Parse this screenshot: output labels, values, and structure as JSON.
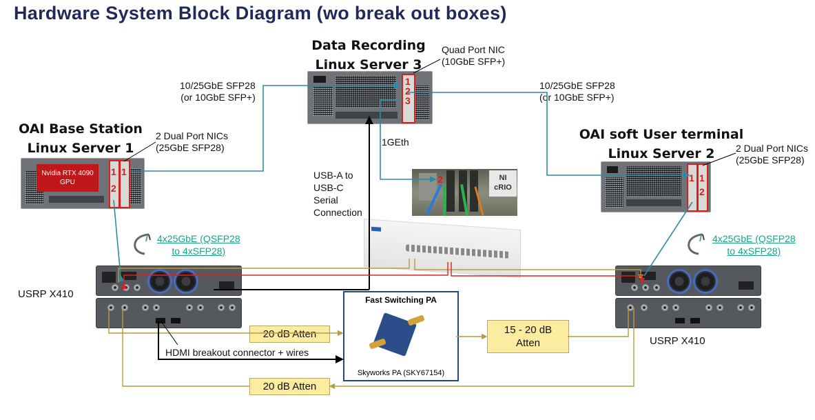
{
  "title": "Hardware System Block Diagram (wo break out boxes)",
  "devices": {
    "server3": {
      "title_line1": "Data Recording",
      "title_line2": "Linux Server 3",
      "nic_label_line1": "Quad Port NIC",
      "nic_label_line2": "(10GbE SFP+)",
      "ports": [
        "1",
        "2",
        "3"
      ]
    },
    "server1": {
      "title_line1": "OAI Base Station",
      "title_line2": "Linux Server 1",
      "gpu_line1": "Nvidia RTX 4090",
      "gpu_line2": "GPU",
      "nic_label_line1": "2 Dual Port NICs",
      "nic_label_line2": "(25GbE SFP28)",
      "ports_nic1": [
        "1",
        "2"
      ],
      "ports_nic2": [
        "1"
      ]
    },
    "server2": {
      "title_line1": "OAI soft User terminal",
      "title_line2": "Linux Server 2",
      "nic_label_line1": "2 Dual Port NICs",
      "nic_label_line2": "(25GbE SFP28)",
      "ports_nic1": [
        "1"
      ],
      "ports_nic2": [
        "1",
        "2"
      ]
    },
    "crio": {
      "label_line1": "NI",
      "label_line2": "cRIO",
      "port": "2"
    },
    "usrp_left": {
      "label": "USRP X410"
    },
    "usrp_right": {
      "label": "USRP X410"
    },
    "pa": {
      "title": "Fast Switching PA",
      "caption": "Skyworks PA (SKY67154)"
    }
  },
  "links": {
    "left_sfp_line1": "10/25GbE SFP28",
    "left_sfp_line2": "(or 10GbE SFP+)",
    "right_sfp_line1": "10/25GbE SFP28",
    "right_sfp_line2": "(or 10GbE SFP+)",
    "eth": "1GEth",
    "usb_line1": "USB-A to",
    "usb_line2": "USB-C",
    "usb_line3": "Serial",
    "usb_line4": "Connection",
    "qsfp_left_line1": "4x25GbE (QSFP28 ",
    "qsfp_left_line2": "to 4xSFP28)",
    "qsfp_right_line1": "4x25GbE (QSFP28 ",
    "qsfp_right_line2": "to 4xSFP28)",
    "hdmi": "HDMI breakout connector + wires"
  },
  "attenuators": {
    "tx": "20 dB Atten",
    "mid_line1": "15 - 20 dB",
    "mid_line2": "Atten",
    "return": "20 dB Atten"
  },
  "colors": {
    "title": "#1f2a5a",
    "ethernet": "#2d8aa6",
    "rf": "#b89b3c",
    "clock": "#e02020",
    "control": "#000000",
    "nic_highlight": "#d61f1f",
    "gpu": "#c0171a",
    "link_text": "#1aa388",
    "atten_fill": "#fcec9f",
    "pa_border": "#1e4a7c"
  }
}
